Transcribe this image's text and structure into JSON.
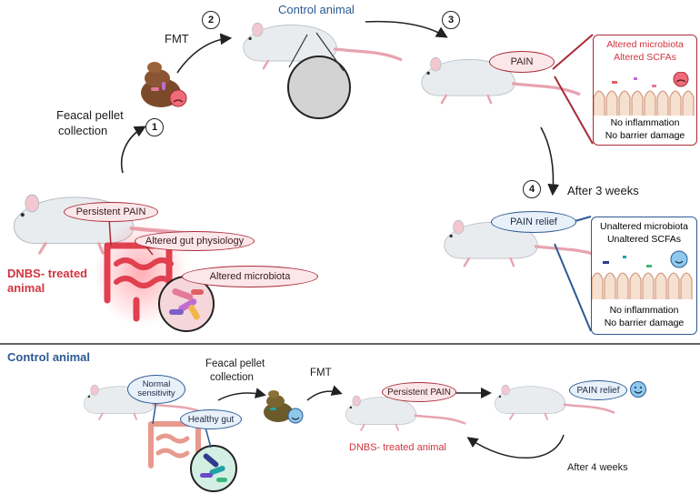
{
  "top": {
    "title_control": "Control animal",
    "fmt_label": "FMT",
    "pellet_label_line1": "Feacal pellet",
    "pellet_label_line2": "collection",
    "after3_label": "After 3 weeks",
    "dnbs_line1": "DNBS- treated",
    "dnbs_line2": "animal",
    "steps": [
      "1",
      "2",
      "3",
      "4"
    ],
    "pain": "PAIN",
    "pain_relief": "PAIN relief",
    "persistent_pain": "Persistent PAIN",
    "altered_gut": "Altered gut physiology",
    "altered_microbiota": "Altered microbiota",
    "red_box_line1": "Altered microbiota",
    "red_box_line2": "Altered SCFAs",
    "red_box_line3": "No inflammation",
    "red_box_line4": "No barrier damage",
    "blue_box_line1": "Unaltered microbiota",
    "blue_box_line2": "Unaltered SCFAs",
    "blue_box_line3": "No inflammation",
    "blue_box_line4": "No barrier damage"
  },
  "bottom": {
    "title": "Control animal",
    "normal_sensitivity_line1": "Normal",
    "normal_sensitivity_line2": "sensitivity",
    "healthy_gut": "Healthy gut",
    "pellet_line1": "Feacal pellet",
    "pellet_line2": "collection",
    "fmt_label": "FMT",
    "persistent_pain": "Persistent PAIN",
    "pain_relief": "PAIN relief",
    "dnbs_label": "DNBS- treated animal",
    "after4_label": "After 4 weeks"
  },
  "colors": {
    "red": "#a92b37",
    "blue": "#2c5a93",
    "pink_fill": "#fbe7ea",
    "blue_fill": "#e8f0fa"
  }
}
